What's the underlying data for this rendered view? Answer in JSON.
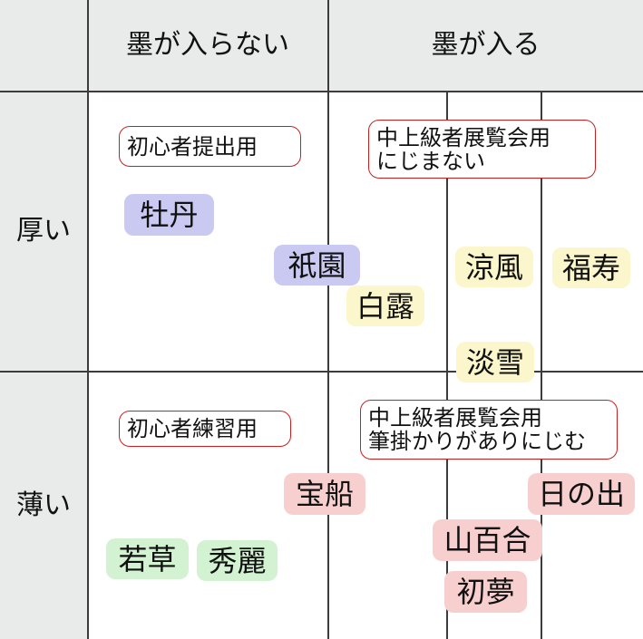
{
  "header": {
    "col_no_bleed": "墨が入らない",
    "col_bleed": "墨が入る",
    "row_thick": "厚い",
    "row_thin": "薄い"
  },
  "notes": {
    "beginner_submission": "初心者提出用",
    "advanced_thick_line1": "中上級者展覧会用",
    "advanced_thick_line2": "にじまない",
    "beginner_practice": "初心者練習用",
    "advanced_thin_line1": "中上級者展覧会用",
    "advanced_thin_line2": "筆掛かりがありにじむ"
  },
  "papers": {
    "botan": "牡丹",
    "gion": "祇園",
    "hakuro": "白露",
    "ryofu": "涼風",
    "fukuju": "福寿",
    "tansetsu": "淡雪",
    "hoshu": "宝船",
    "hinode": "日の出",
    "yamayuri": "山百合",
    "hatsuyume": "初夢",
    "wakakusa": "若草",
    "shurei": "秀麗"
  },
  "colors": {
    "purple": "#c9c9f1",
    "yellow": "#fbf6cb",
    "pink": "#f8cfcf",
    "green": "#d2f2d2",
    "header_gray": "#e9ebea",
    "note_border": "#c9201f"
  }
}
